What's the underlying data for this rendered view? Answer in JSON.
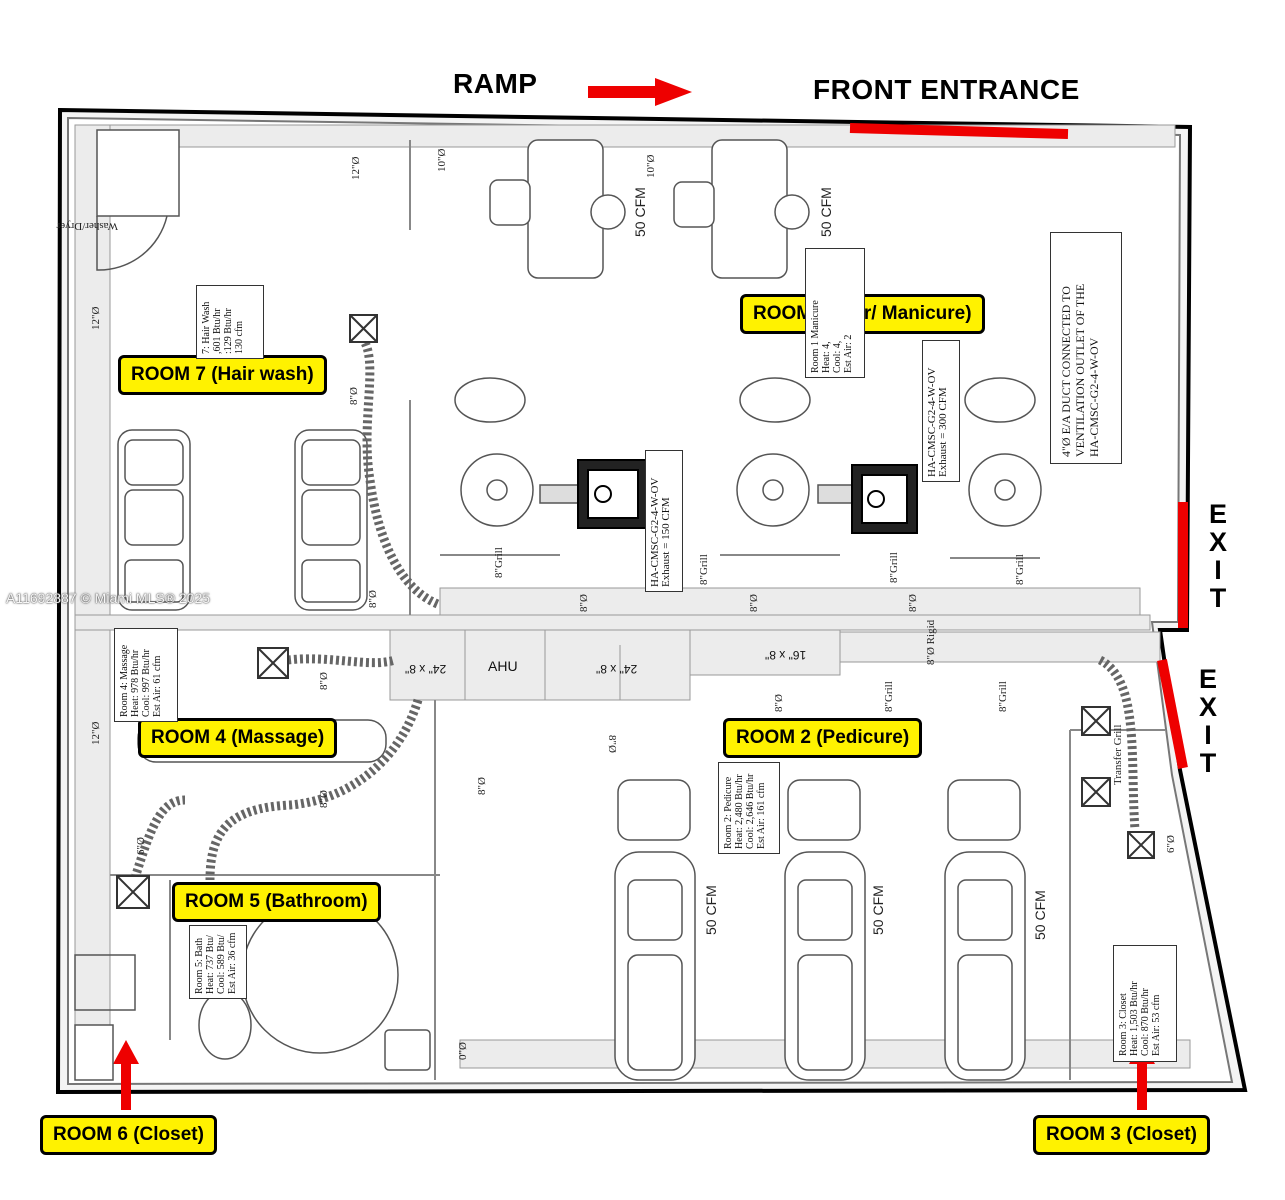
{
  "header": {
    "ramp_label": "RAMP",
    "front_entrance_label": "FRONT ENTRANCE"
  },
  "exits": {
    "upper": "EXIT",
    "lower": "EXIT"
  },
  "rooms": {
    "room1": "ROOM 1(Hair/ Manicure)",
    "room2": "ROOM 2 (Pedicure)",
    "room3": "ROOM 3 (Closet)",
    "room4": "ROOM 4 (Massage)",
    "room5": "ROOM 5 (Bathroom)",
    "room6": "ROOM 6 (Closet)",
    "room7": "ROOM 7 (Hair wash)"
  },
  "info_boxes": {
    "room7": "7: Hair Wash\n,601 Btu/hr\n:129 Btu/hr\n130 cfm",
    "room1": "Room 1 Manicure\nHeat: 4,\nCool: 4,\nEst Air: 2",
    "room4": "Room 4: Massage\nHeat: 978 Btu/hr\nCool: 997 Btu/hr\nEst Air: 61 cfm",
    "room2": "Room 2: Pedicure\nHeat: 2,480 Btu/hr\nCool: 2,646 Btu/hr\nEst Air: 161 cfm",
    "room5": "Room 5: Bath\nHeat: 737 Btu/\nCool: 589 Btu/\nEst Air: 36 cfm",
    "room3": "Room 3: Closet\nHeat: 1,503 Btu/hr\nCool: 870 Btu/hr\nEst Air: 53 cfm",
    "fan_a": "HA-CMSC-G2-4-W-OV\nExhaust = 150 CFM",
    "fan_b": "HA-CMSC-G2-4-W-OV\nExhaust = 300 CFM",
    "duct_note": "4\"Ø E/A DUCT CONNECTED TO\nVENTILATION OUTLET OF THE\nHA-CMSC-G2-4-W-OV"
  },
  "labels": {
    "ahu": "AHU",
    "cfm_50": "50 CFM",
    "washer_dryer": "Washer/Dryer",
    "transfer_grill": "Transfer Grill",
    "duct_24x8": "24\" x 8\"",
    "duct_16x8": "16\" x 8\"",
    "d12": "12\"Ø",
    "d10": "10\"Ø",
    "d8": "8\"Ø",
    "d6": "6\"Ø",
    "d0": "0\"Ø",
    "grill8": "8\"Grill",
    "rigid": "8\"Ø Rigid"
  },
  "watermark": "A11692887 © Miami MLS® 2025",
  "colors": {
    "room_tag_fill": "#fff200",
    "marker_red": "#ee0000",
    "wall": "#000000",
    "duct_fill": "#e8e8e8"
  }
}
